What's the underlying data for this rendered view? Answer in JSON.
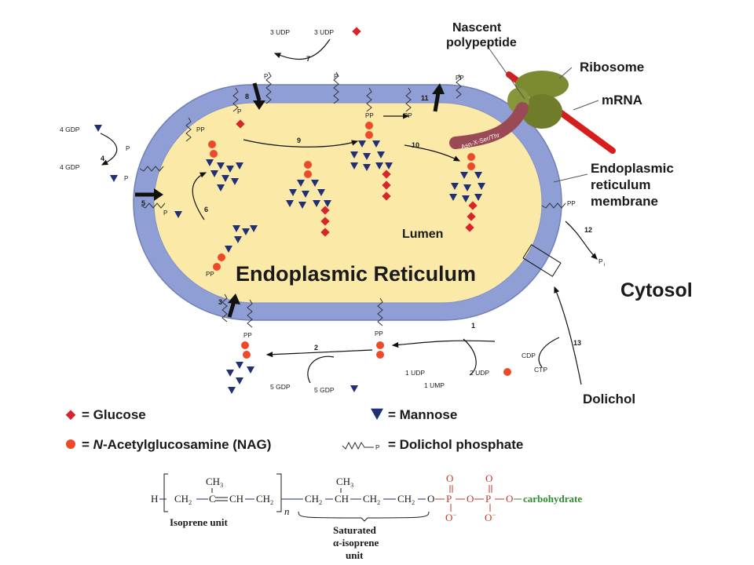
{
  "labels": {
    "nascent_1": "Nascent",
    "nascent_2": "polypeptide",
    "ribosome": "Ribosome",
    "mrna": "mRNA",
    "er_membrane_1": "Endoplasmic",
    "er_membrane_2": "reticulum",
    "er_membrane_3": "membrane",
    "lumen": "Lumen",
    "er_title": "Endoplasmic Reticulum",
    "cytosol": "Cytosol",
    "dolichol": "Dolichol",
    "sequon": "Asn-X-Ser/Thr"
  },
  "steps": [
    "1",
    "2",
    "3",
    "4",
    "5",
    "6",
    "7",
    "8",
    "9",
    "10",
    "11",
    "12",
    "13"
  ],
  "reagents": {
    "udp3_left": "3 UDP",
    "udp3_right": "3 UDP",
    "gdp4_top": "4 GDP",
    "gdp4_bottom": "4 GDP",
    "gdp5_left": "5 GDP",
    "gdp5_right": "5 GDP",
    "udp1": "1 UDP",
    "ump1": "1 UMP",
    "udp2": "2 UDP",
    "cdp": "CDP",
    "ctp": "CTP",
    "pi": "P",
    "pi_sub": "i"
  },
  "marks": {
    "p": "P",
    "pp": "PP"
  },
  "legend": {
    "glucose": "= Glucose",
    "mannose": "= Mannose",
    "nag_eq": "= ",
    "nag_n": "N",
    "nag_rest": "-Acetylglucosamine (NAG)",
    "dolichol_phosphate": "= Dolichol phosphate"
  },
  "formula": {
    "h": "H",
    "ch3": "CH",
    "ch3_sub": "3",
    "ch2": "CH",
    "ch2_sub": "2",
    "eq_ch": "C",
    "ch": "CH",
    "n": "n",
    "o": "O",
    "p": "P",
    "o_minus": "O",
    "carbohydrate": "carbohydrate",
    "isoprene_unit": "Isoprene unit",
    "saturated_1": "Saturated",
    "saturated_2": "α-isoprene",
    "saturated_3": "unit"
  },
  "colors": {
    "membrane": "#8f9fd6",
    "lumen": "#fbe9a8",
    "glucose": "#d6262b",
    "nag": "#ee4a2a",
    "mannose": "#1f2f78",
    "mrna": "#d81d1d",
    "ribosome": "#7c8a32",
    "polypeptide": "#9a4a55",
    "carbohydrate": "#2e8b2e",
    "phosphate": "#c0392b"
  }
}
